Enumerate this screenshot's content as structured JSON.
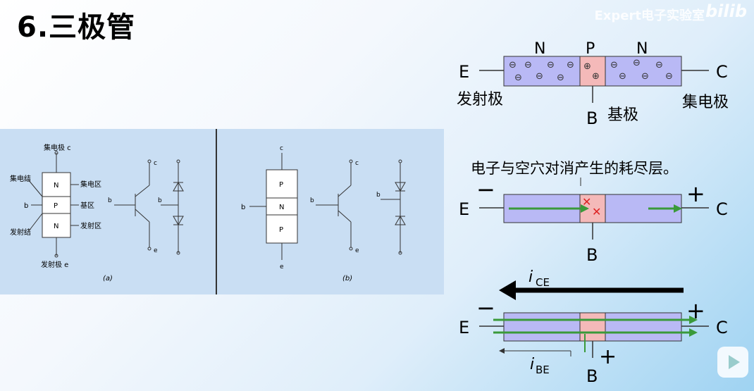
{
  "title": "6.三极管",
  "watermark": {
    "text": "Expert电子实验室",
    "logo": "bilibili"
  },
  "panel_a": {
    "collector_top": "集电极 c",
    "junction_c": "集电结",
    "layer_top": "N",
    "collector_region": "集电区",
    "base_terminal": "b",
    "layer_mid": "P",
    "base_region": "基区",
    "emitter_junction": "发射结",
    "layer_bot": "N",
    "emitter_region": "发射区",
    "emitter_bottom": "发射极 e",
    "caption": "(a)",
    "sym_c": "c",
    "sym_b": "b",
    "sym_e": "e"
  },
  "panel_b": {
    "top": "c",
    "layer_top": "P",
    "layer_mid": "N",
    "layer_bot": "P",
    "base": "b",
    "bottom": "e",
    "caption": "(b)",
    "sym_c": "c",
    "sym_b": "b",
    "sym_e": "e"
  },
  "diagram1": {
    "label_E": "E",
    "label_C": "C",
    "label_B": "B",
    "region_N1": "N",
    "region_P": "P",
    "region_N2": "N",
    "emitter_label": "发射极",
    "base_label": "基极",
    "collector_label": "集电极"
  },
  "diagram2": {
    "caption": "电子与空穴对消产生的耗尽层。",
    "minus": "−",
    "plus": "+",
    "label_E": "E",
    "label_C": "C",
    "label_B": "B"
  },
  "diagram3": {
    "current_ce": "i",
    "current_ce_sub": "CE",
    "current_be": "i",
    "current_be_sub": "BE",
    "minus": "−",
    "plus_c": "+",
    "plus_b": "+",
    "label_E": "E",
    "label_C": "C",
    "label_B": "B"
  },
  "colors": {
    "n_region": "#b9b9f5",
    "p_region": "#f4b9b9",
    "arrow_green": "#3a9a3a",
    "panel_bg": "#c9def3"
  }
}
